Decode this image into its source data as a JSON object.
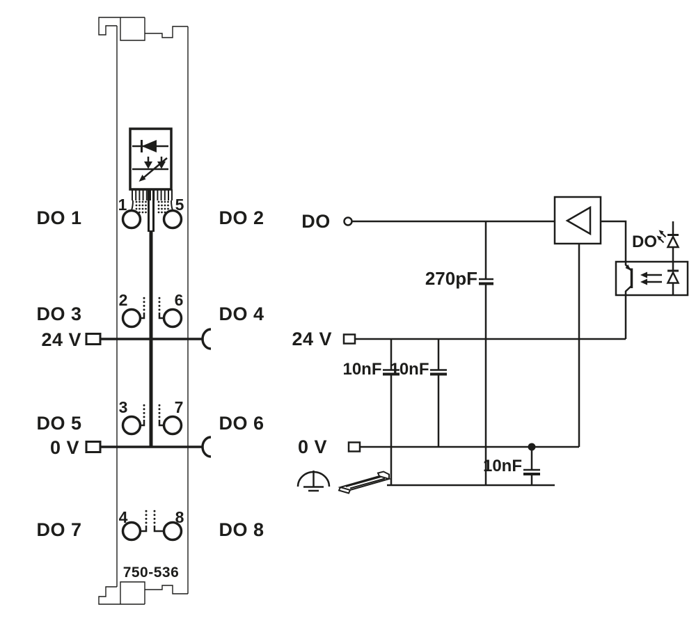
{
  "colors": {
    "line": "#1d1d1b",
    "background": "#ffffff"
  },
  "module": {
    "part_number": "750-536",
    "channels": [
      "DO 1",
      "DO 2",
      "DO 3",
      "DO 4",
      "DO 5",
      "DO 6",
      "DO 7",
      "DO 8"
    ],
    "terminals": [
      "1",
      "2",
      "3",
      "4",
      "5",
      "6",
      "7",
      "8"
    ],
    "supply_label": "24 V",
    "ground_label": "0 V"
  },
  "schematic": {
    "output_label": "DO",
    "supply_label": "24 V",
    "ground_label": "0 V",
    "status_led_label": "DO",
    "capacitors": [
      {
        "value": "270pF"
      },
      {
        "value": "10nF"
      },
      {
        "value": "10nF"
      },
      {
        "value": "10nF"
      }
    ]
  }
}
